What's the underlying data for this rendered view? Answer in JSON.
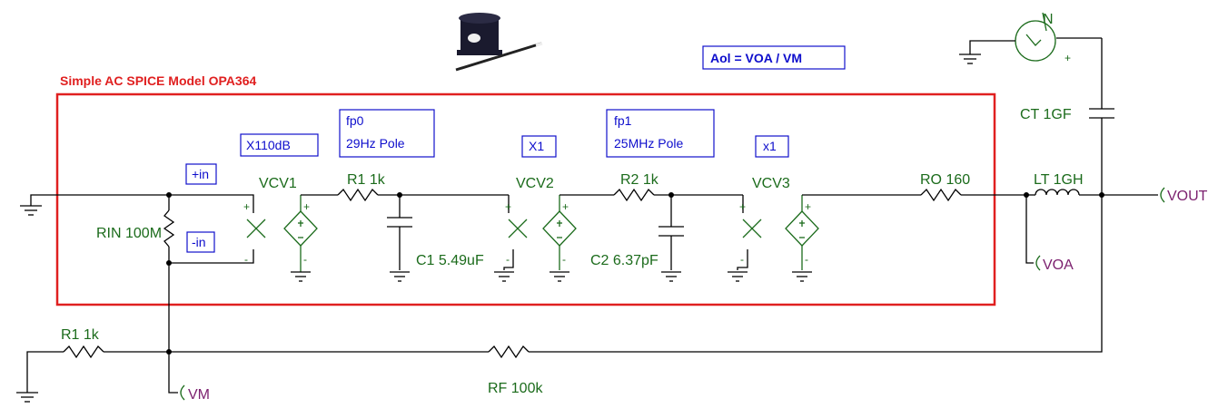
{
  "title": "Simple AC SPICE Model OPA364",
  "formula": "Aol = VOA / VM",
  "labels": {
    "plus_in": "+in",
    "minus_in": "-in",
    "gain1": "X110dB",
    "fp0_line1": "fp0",
    "fp0_line2": "29Hz Pole",
    "gain2": "X1",
    "fp1_line1": "fp1",
    "fp1_line2": "25MHz Pole",
    "gain3": "x1"
  },
  "components": {
    "rin": "RIN 100M",
    "vcv1": "VCV1",
    "r1_top": "R1 1k",
    "c1": "C1 5.49uF",
    "vcv2": "VCV2",
    "r2": "R2 1k",
    "c2": "C2 6.37pF",
    "vcv3": "VCV3",
    "ro": "RO 160",
    "lt": "LT 1GH",
    "ct": "CT 1GF",
    "r1_bottom": "R1 1k",
    "rf": "RF 100k",
    "src_n": "N"
  },
  "probes": {
    "vout": "VOUT",
    "voa": "VOA",
    "vm": "VM"
  },
  "signs": {
    "plus": "+",
    "minus": "-"
  },
  "colors": {
    "border": "#e02020",
    "box": "#1010cc",
    "component": "#1b6b1b",
    "probe": "#7b1f6e",
    "wire": "#000000"
  }
}
